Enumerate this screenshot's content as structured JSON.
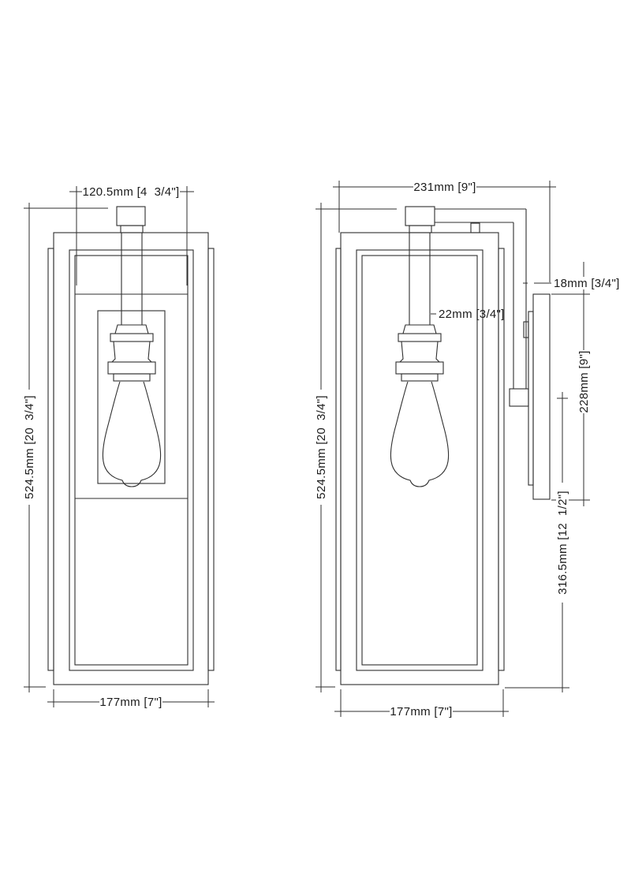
{
  "drawing": {
    "title": "wall-sconce-dimension-drawing",
    "background": "#ffffff",
    "line_color": "#2f2f2f",
    "text_color": "#1c1c1c"
  },
  "dimensions": {
    "front_inner_width": "120.5mm [4  3/4\"]",
    "front_overall_height": "524.5mm [20  3/4\"]",
    "front_width": "177mm [7\"]",
    "side_projection": "231mm [9\"]",
    "side_overall_height": "524.5mm [20  3/4\"]",
    "side_width": "177mm [7\"]",
    "stem_diameter": "22mm [3/4\"]",
    "backplate_thickness": "18mm [3/4\"]",
    "backplate_height": "228mm [9\"]",
    "mount_to_bottom": "316.5mm [12  1/2\"]"
  }
}
